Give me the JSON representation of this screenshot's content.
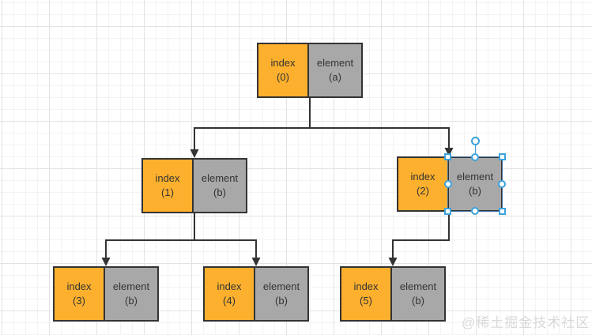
{
  "canvas": {
    "watermark": "@稀土掘金技术社区"
  },
  "colors": {
    "index_fill": "#FCB02E",
    "element_fill": "#A8A8A8",
    "node_border": "#333333",
    "connector": "#333333",
    "selection_accent": "#3AA3DC",
    "selection_outline": "#44719E",
    "text": "#333333",
    "grid_minor": "#F3F3F3",
    "grid_major": "#E3E3E3",
    "background": "#FFFFFF",
    "watermark": "#D9D9D9"
  },
  "nodes": [
    {
      "id": "node-0",
      "index": {
        "line1": "index",
        "line2": "(0)"
      },
      "element": {
        "line1": "element",
        "line2": "(a)"
      },
      "selected": false
    },
    {
      "id": "node-1",
      "index": {
        "line1": "index",
        "line2": "(1)"
      },
      "element": {
        "line1": "element",
        "line2": "(b)"
      },
      "selected": false
    },
    {
      "id": "node-2",
      "index": {
        "line1": "index",
        "line2": "(2)"
      },
      "element": {
        "line1": "element",
        "line2": "(b)"
      },
      "selected": true
    },
    {
      "id": "node-3",
      "index": {
        "line1": "index",
        "line2": "(3)"
      },
      "element": {
        "line1": "element",
        "line2": "(b)"
      },
      "selected": false
    },
    {
      "id": "node-4",
      "index": {
        "line1": "index",
        "line2": "(4)"
      },
      "element": {
        "line1": "element",
        "line2": "(b)"
      },
      "selected": false
    },
    {
      "id": "node-5",
      "index": {
        "line1": "index",
        "line2": "(5)"
      },
      "element": {
        "line1": "element",
        "line2": "(b)"
      },
      "selected": false
    }
  ],
  "edges": [
    {
      "from": "node-0",
      "to": "node-1"
    },
    {
      "from": "node-0",
      "to": "node-2"
    },
    {
      "from": "node-1",
      "to": "node-3"
    },
    {
      "from": "node-1",
      "to": "node-4"
    },
    {
      "from": "node-2",
      "to": "node-5"
    }
  ],
  "selection": {
    "selected_node": "node-2",
    "selected_part": "element-box"
  }
}
